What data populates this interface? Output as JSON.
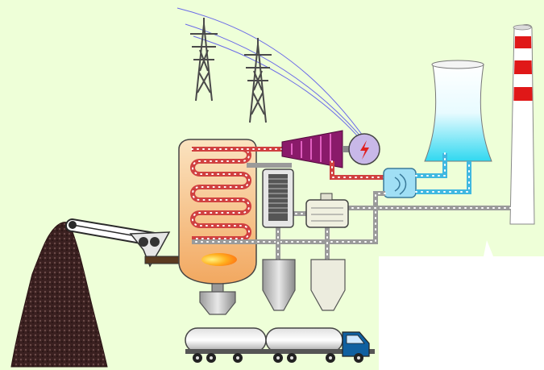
{
  "diagram": {
    "background_color": "#eeffd8",
    "white_patch_color": "#ffffff",
    "components": [
      {
        "id": "coal-pile",
        "icon": "coal-mound"
      },
      {
        "id": "conveyor-belt",
        "icon": "belt-conveyor"
      },
      {
        "id": "coal-crusher",
        "icon": "pulverizer-hopper"
      },
      {
        "id": "screw-feeder",
        "icon": "feeder"
      },
      {
        "id": "boiler",
        "icon": "boiler-with-coils"
      },
      {
        "id": "burner-flame",
        "icon": "flame"
      },
      {
        "id": "steam-turbine",
        "icon": "turbine"
      },
      {
        "id": "generator",
        "icon": "lightning-bolt-icon"
      },
      {
        "id": "transmission-towers",
        "icon": "pylon"
      },
      {
        "id": "power-lines",
        "icon": "power-line"
      },
      {
        "id": "condenser",
        "icon": "heat-exchanger"
      },
      {
        "id": "cooling-tower",
        "icon": "cooling-tower"
      },
      {
        "id": "chimney-stack",
        "icon": "striped-chimney"
      },
      {
        "id": "electrostatic-precipitator",
        "icon": "filter"
      },
      {
        "id": "flue-gas-desulfurization",
        "icon": "scrubber"
      },
      {
        "id": "ash-silos",
        "icon": "hopper-silo"
      },
      {
        "id": "tanker-truck",
        "icon": "truck"
      }
    ],
    "colors": {
      "steam_pipe": "#d04040",
      "cooling_water": "#40b8e0",
      "flue_gas_pipe": "#9a9a9a",
      "boiler_fill": "#f7c080",
      "turbine": "#8a1a6a",
      "generator": "#c8b8e8",
      "chimney_stripe": "#e01818",
      "truck_cab": "#1060a0",
      "coal": "#4a2a28"
    }
  }
}
